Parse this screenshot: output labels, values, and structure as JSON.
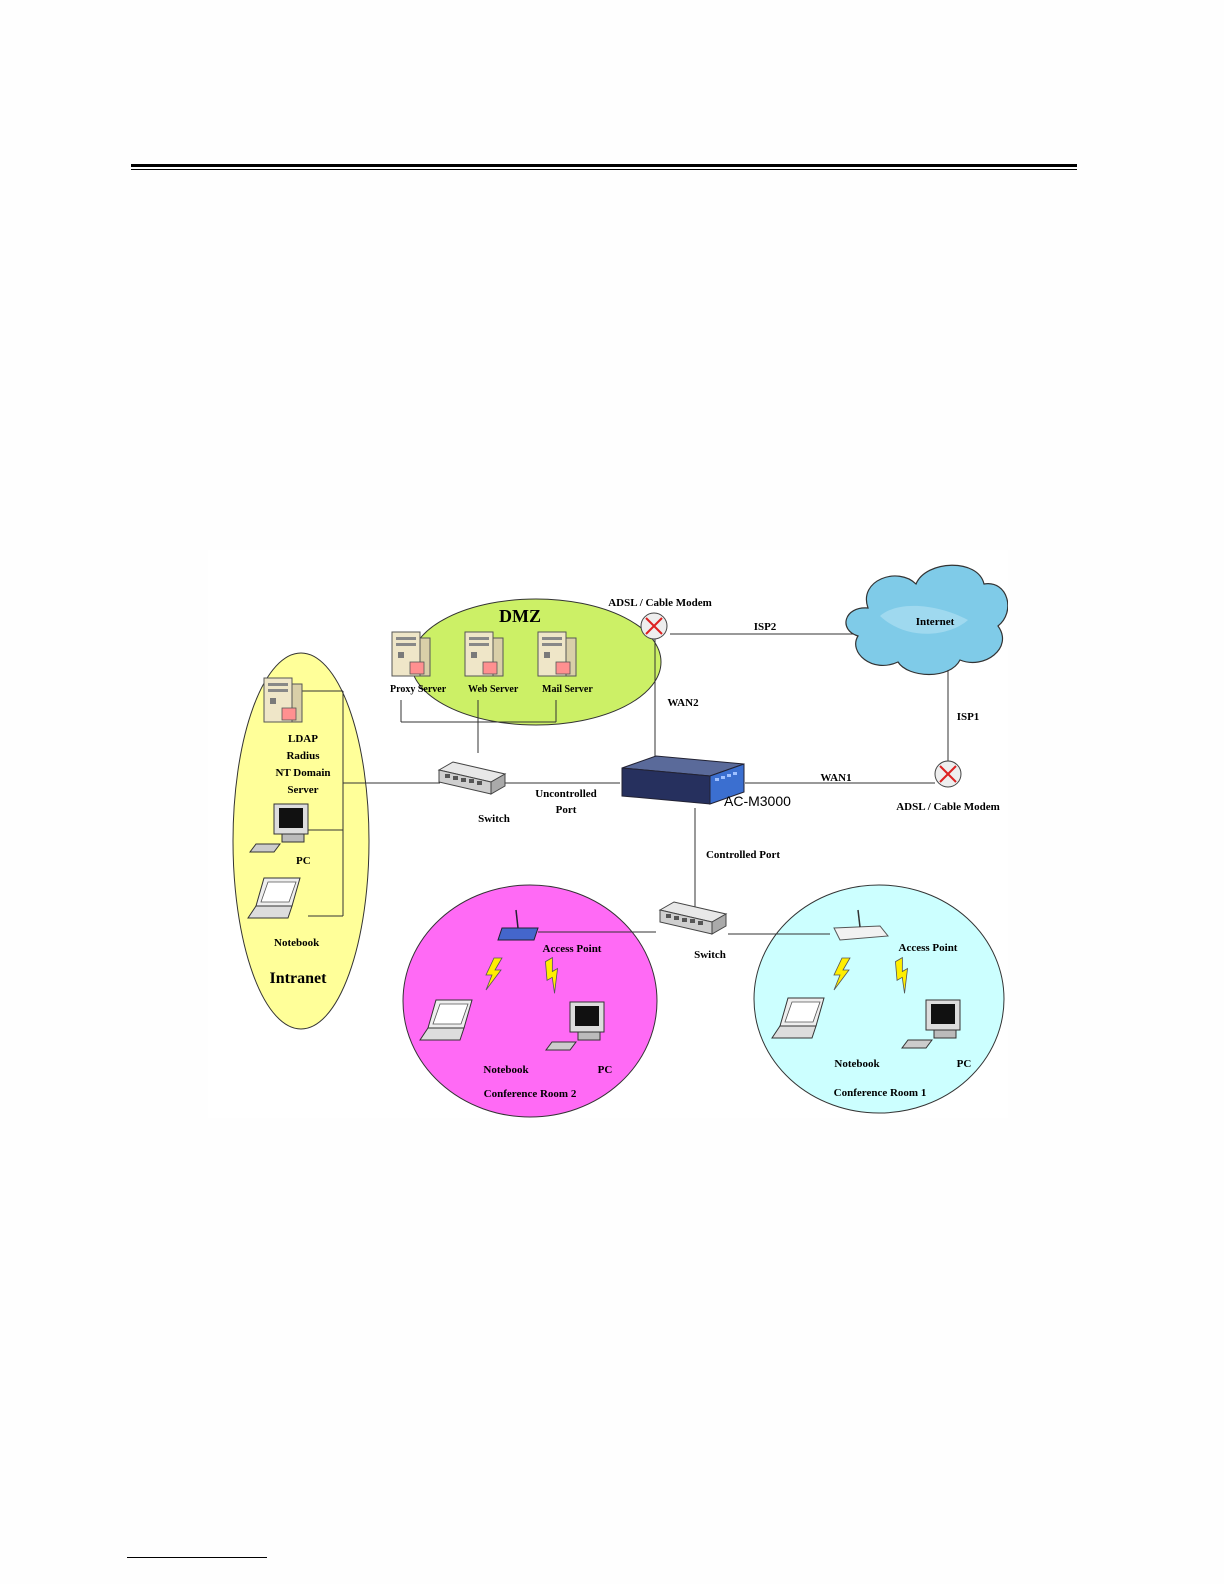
{
  "diagram": {
    "dmz": {
      "title": "DMZ",
      "proxy": "Proxy Server",
      "web": "Web Server",
      "mail": "Mail Server"
    },
    "intranet": {
      "title": "Intranet",
      "server": [
        "LDAP",
        "Radius",
        "NT Domain",
        "Server"
      ],
      "pc": "PC",
      "notebook": "Notebook"
    },
    "modem_top": "ADSL / Cable Modem",
    "modem_right": "ADSL / Cable Modem",
    "internet": "Internet",
    "isp1": "ISP1",
    "isp2": "ISP2",
    "wan1": "WAN1",
    "wan2": "WAN2",
    "device": "AC-M3000",
    "uncontrolled_port": [
      "Uncontrolled",
      "Port"
    ],
    "controlled_port": "Controlled Port",
    "switch_left": "Switch",
    "switch_bottom": "Switch",
    "room2": {
      "title": "Conference Room 2",
      "ap": "Access Point",
      "notebook": "Notebook",
      "pc": "PC"
    },
    "room1": {
      "title": "Conference Room 1",
      "ap": "Access Point",
      "notebook": "Notebook",
      "pc": "PC"
    }
  }
}
